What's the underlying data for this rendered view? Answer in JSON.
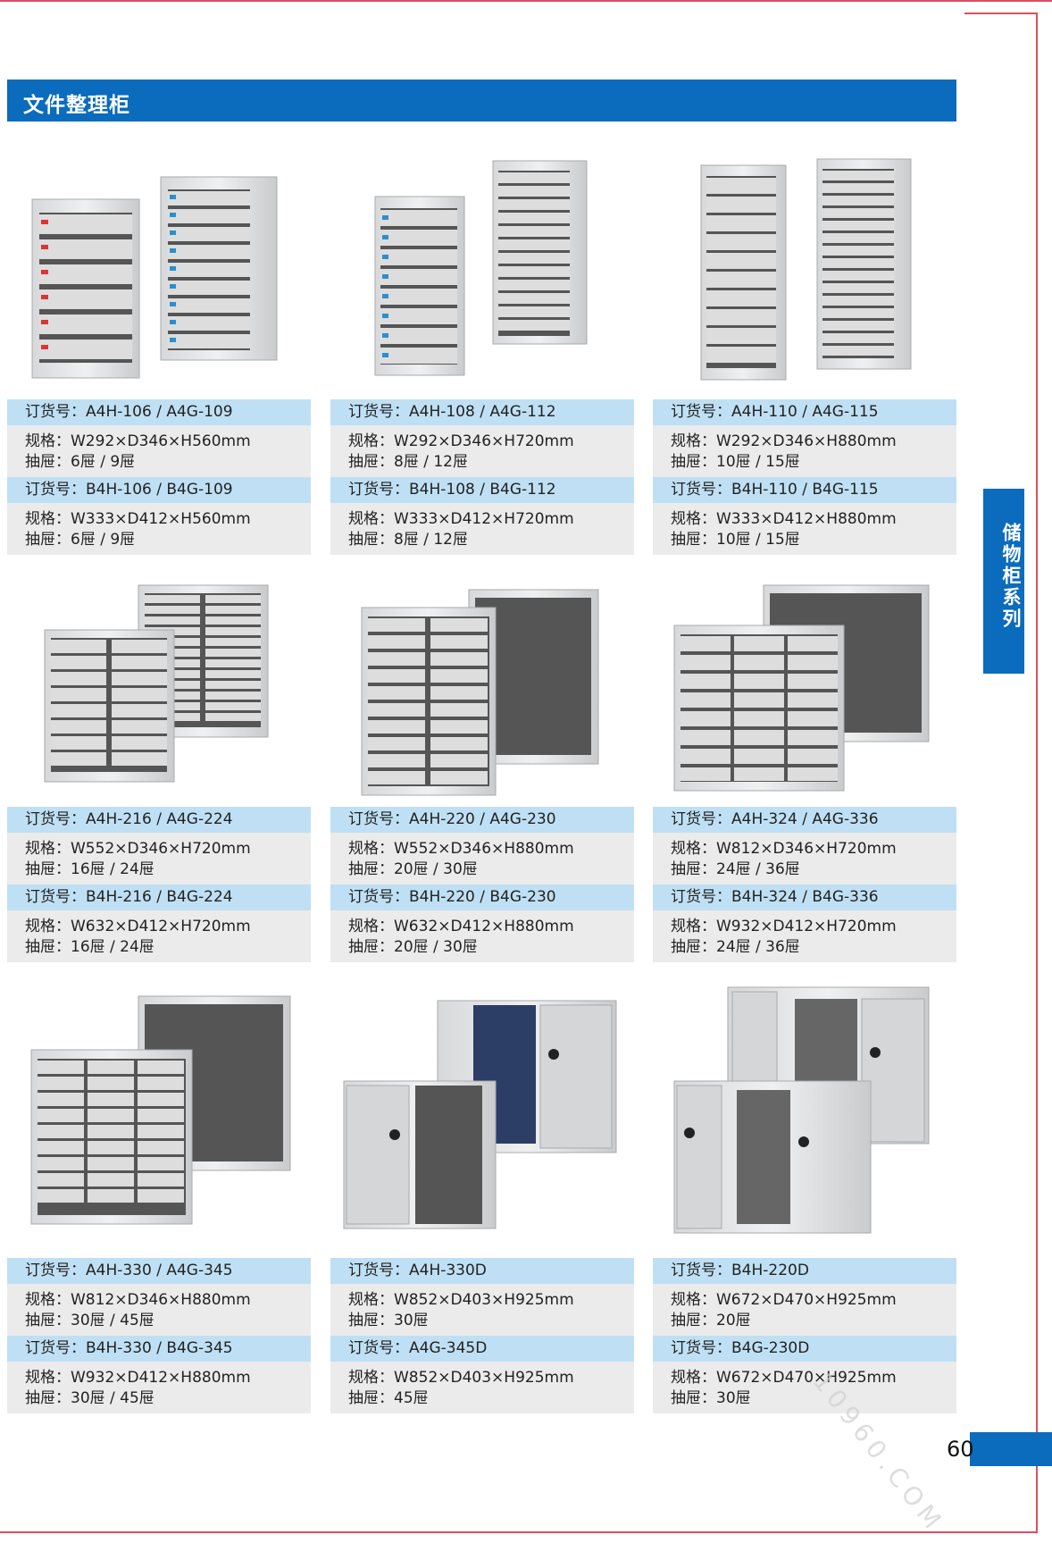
{
  "header": {
    "title": "文件整理柜"
  },
  "side_tab": {
    "label": "储物柜系列"
  },
  "page_number": "60",
  "watermark": "10960.COM",
  "colors": {
    "accent_blue": "#0b6bbd",
    "order_row": "#bfe0f4",
    "spec_row": "#ebebeb",
    "frame_red": "#d9505e"
  },
  "products": [
    {
      "image": "cabinet-pair-6-9-drawers",
      "blocks": [
        {
          "order": "订货号：A4H-106 / A4G-109",
          "spec": "规格：W292×D346×H560mm",
          "drawers": "抽屉：6屉 / 9屉"
        },
        {
          "order": "订货号：B4H-106 / B4G-109",
          "spec": "规格：W333×D412×H560mm",
          "drawers": "抽屉：6屉 / 9屉"
        }
      ]
    },
    {
      "image": "cabinet-pair-8-12-drawers",
      "blocks": [
        {
          "order": "订货号：A4H-108 / A4G-112",
          "spec": "规格：W292×D346×H720mm",
          "drawers": "抽屉：8屉 / 12屉"
        },
        {
          "order": "订货号：B4H-108 / B4G-112",
          "spec": "规格：W333×D412×H720mm",
          "drawers": "抽屉：8屉 / 12屉"
        }
      ]
    },
    {
      "image": "cabinet-pair-10-15-drawers",
      "blocks": [
        {
          "order": "订货号：A4H-110 / A4G-115",
          "spec": "规格：W292×D346×H880mm",
          "drawers": "抽屉：10屉 / 15屉"
        },
        {
          "order": "订货号：B4H-110 / B4G-115",
          "spec": "规格：W333×D412×H880mm",
          "drawers": "抽屉：10屉 / 15屉"
        }
      ]
    },
    {
      "image": "cabinet-pair-16-24-drawers",
      "blocks": [
        {
          "order": "订货号：A4H-216 / A4G-224",
          "spec": "规格：W552×D346×H720mm",
          "drawers": "抽屉：16屉 / 24屉"
        },
        {
          "order": "订货号：B4H-216 / B4G-224",
          "spec": "规格：W632×D412×H720mm",
          "drawers": "抽屉：16屉 / 24屉"
        }
      ]
    },
    {
      "image": "cabinet-pair-20-30-drawers",
      "blocks": [
        {
          "order": "订货号：A4H-220 / A4G-230",
          "spec": "规格：W552×D346×H880mm",
          "drawers": "抽屉：20屉 / 30屉"
        },
        {
          "order": "订货号：B4H-220 / B4G-230",
          "spec": "规格：W632×D412×H880mm",
          "drawers": "抽屉：20屉 / 30屉"
        }
      ]
    },
    {
      "image": "cabinet-pair-24-36-drawers",
      "blocks": [
        {
          "order": "订货号：A4H-324 / A4G-336",
          "spec": "规格：W812×D346×H720mm",
          "drawers": "抽屉：24屉 / 36屉"
        },
        {
          "order": "订货号：B4H-324 / B4G-336",
          "spec": "规格：W932×D412×H720mm",
          "drawers": "抽屉：24屉 / 36屉"
        }
      ]
    },
    {
      "image": "cabinet-pair-30-45-drawers",
      "blocks": [
        {
          "order": "订货号：A4H-330 / A4G-345",
          "spec": "规格：W812×D346×H880mm",
          "drawers": "抽屉：30屉 / 45屉"
        },
        {
          "order": "订货号：B4H-330 / B4G-345",
          "spec": "规格：W932×D412×H880mm",
          "drawers": "抽屉：30屉 / 45屉"
        }
      ]
    },
    {
      "image": "door-cabinet-pair-blue",
      "blocks": [
        {
          "order": "订货号：A4H-330D",
          "spec": "规格：W852×D403×H925mm",
          "drawers": "抽屉：30屉"
        },
        {
          "order": "订货号：A4G-345D",
          "spec": "规格：W852×D403×H925mm",
          "drawers": "抽屉：45屉"
        }
      ]
    },
    {
      "image": "door-cabinet-pair-red",
      "blocks": [
        {
          "order": "订货号：B4H-220D",
          "spec": "规格：W672×D470×H925mm",
          "drawers": "抽屉：20屉"
        },
        {
          "order": "订货号：B4G-230D",
          "spec": "规格：W672×D470×H925mm",
          "drawers": "抽屉：30屉"
        }
      ]
    }
  ]
}
